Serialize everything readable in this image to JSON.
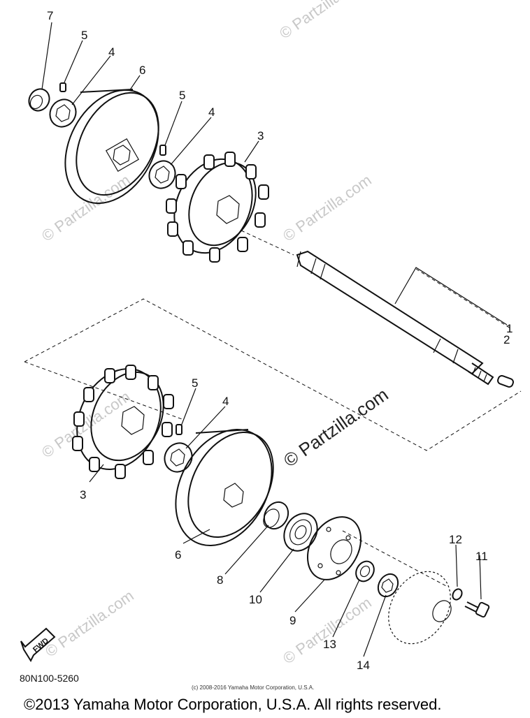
{
  "watermark": "© Partzilla.com",
  "watermark_short": "© Partzilla",
  "callouts": {
    "c1": "1",
    "c2": "2",
    "c3a": "3",
    "c3b": "3",
    "c4a": "4",
    "c4b": "4",
    "c4c": "4",
    "c5a": "5",
    "c5b": "5",
    "c5c": "5",
    "c6a": "6",
    "c6b": "6",
    "c7": "7",
    "c8": "8",
    "c9": "9",
    "c10": "10",
    "c11": "11",
    "c12": "12",
    "c13": "13",
    "c14": "14"
  },
  "fwd_label": "FWD",
  "diagram_code": "80N100-5260",
  "small_copyright": "(c) 2008-2016 Yamaha Motor Corporation, U.S.A.",
  "footer": "©2013 Yamaha Motor Corporation, U.S.A. All rights reserved."
}
